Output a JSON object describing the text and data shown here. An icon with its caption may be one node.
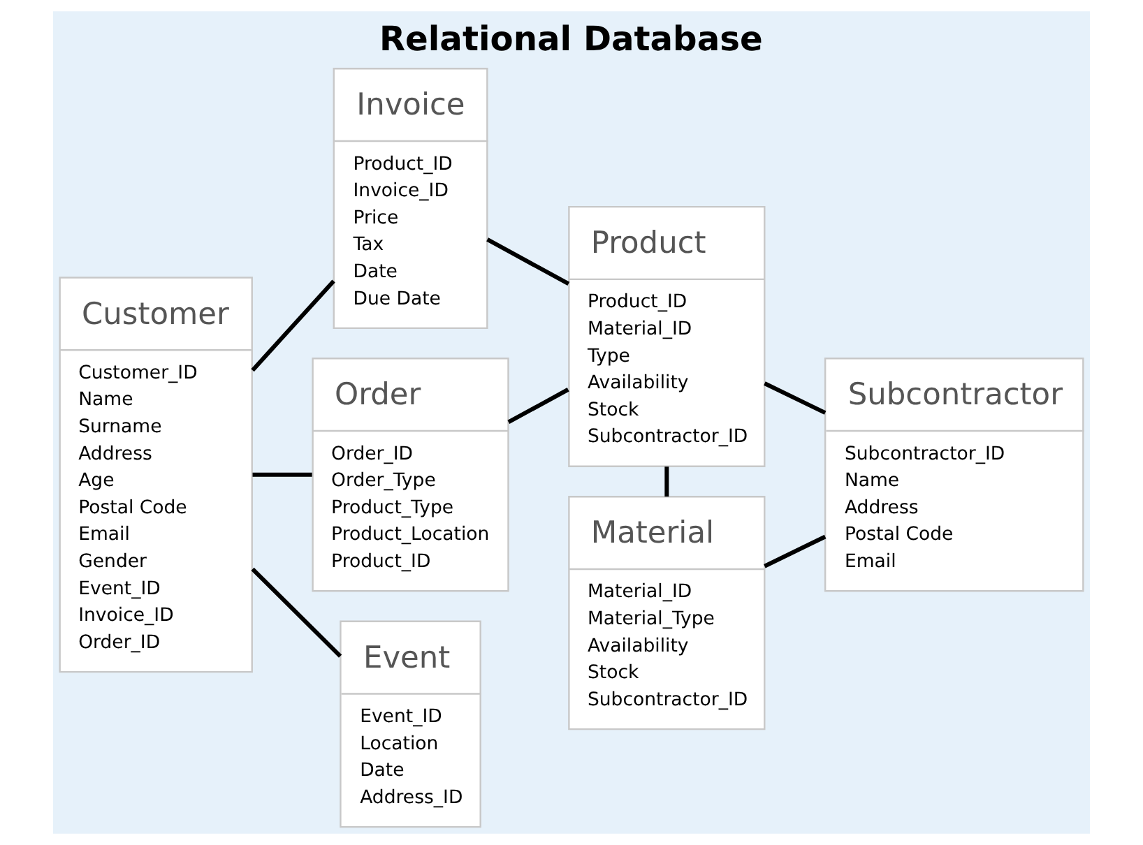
{
  "diagram": {
    "title": "Relational Database",
    "nodes": [
      {
        "text": [
          "Customer",
          "Customer_ID",
          "Name",
          "Surname",
          "Address",
          "Age",
          "Postal Code",
          "Email",
          "Gender",
          "Event_ID",
          "Invoice_ID",
          "Order_ID"
        ]
      },
      {
        "text": [
          "Invoice",
          "Product_ID",
          "Invoice_ID",
          "Price",
          "Tax",
          "Date",
          "Due Date"
        ]
      },
      {
        "text": [
          "Order",
          "Order_ID",
          "Order_Type",
          "Product_Type",
          "Product_Location",
          "Product_ID"
        ]
      },
      {
        "text": [
          "Event",
          "Event_ID",
          "Location",
          "Date",
          "Address_ID"
        ]
      },
      {
        "text": [
          "Product",
          "Product_ID",
          "Material_ID",
          "Type",
          "Availability",
          "Stock",
          "Subcontractor_ID"
        ]
      },
      {
        "text": [
          "Material",
          "Material_ID",
          "Material_Type",
          "Availability",
          "Stock",
          "Subcontractor_ID"
        ]
      },
      {
        "text": [
          "Subcontractor",
          "Subcontractor_ID",
          "Name",
          "Address",
          "Postal Code",
          "Email"
        ]
      }
    ],
    "edges": [
      {
        "from": 0,
        "to": 1,
        "arrow": "none"
      },
      {
        "from": 0,
        "to": 2,
        "arrow": "none"
      },
      {
        "from": 0,
        "to": 3,
        "arrow": "none"
      },
      {
        "from": 1,
        "to": 4,
        "arrow": "none"
      },
      {
        "from": 2,
        "to": 4,
        "arrow": "none"
      },
      {
        "from": 4,
        "to": 5,
        "arrow": "none"
      },
      {
        "from": 4,
        "to": 6,
        "arrow": "none"
      },
      {
        "from": 5,
        "to": 6,
        "arrow": "none"
      }
    ]
  }
}
